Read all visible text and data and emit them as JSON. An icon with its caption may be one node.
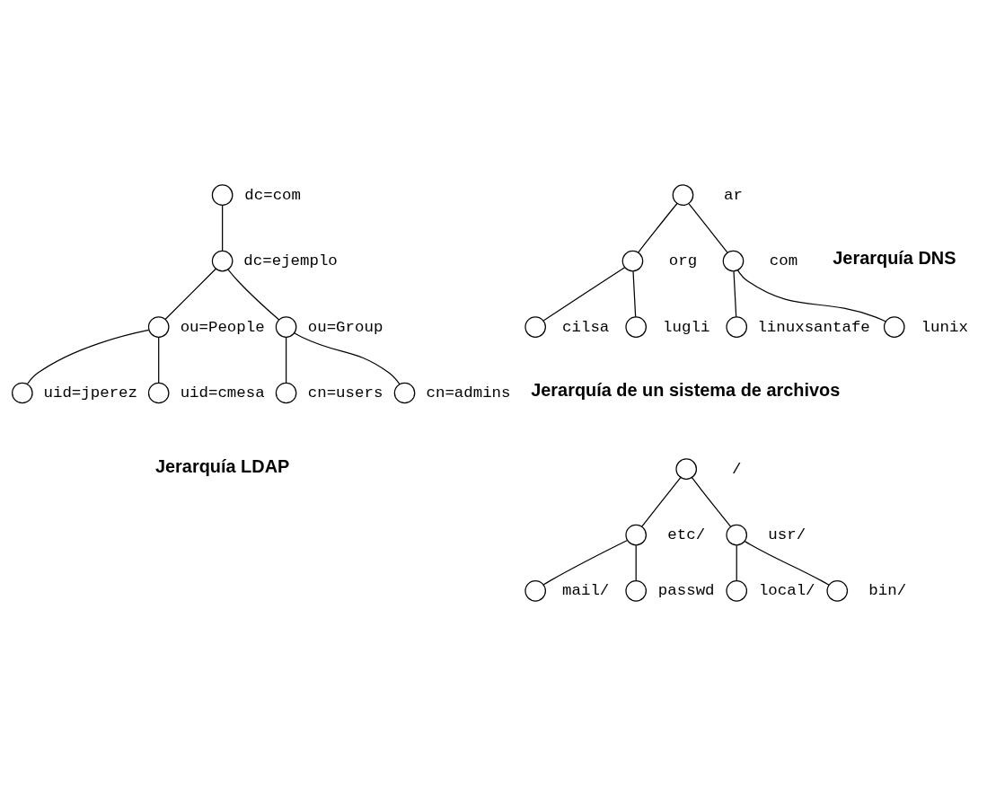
{
  "diagram": {
    "nodes": [
      {
        "text": [],
        "shape": "circle",
        "beside": [
          "dc=com"
        ]
      },
      {
        "text": [],
        "shape": "circle",
        "beside": [
          "dc=ejemplo"
        ]
      },
      {
        "text": [],
        "shape": "circle",
        "beside": [
          "ou=People"
        ]
      },
      {
        "text": [],
        "shape": "circle",
        "beside": [
          "ou=Group"
        ]
      },
      {
        "text": [],
        "shape": "circle",
        "beside": [
          "uid=jperez"
        ]
      },
      {
        "text": [],
        "shape": "circle",
        "beside": [
          "uid=cmesa"
        ]
      },
      {
        "text": [],
        "shape": "circle",
        "beside": [
          "cn=users"
        ]
      },
      {
        "text": [],
        "shape": "circle",
        "beside": [
          "cn=admins"
        ]
      },
      {
        "text": [],
        "shape": "circle",
        "beside": [
          "ar"
        ]
      },
      {
        "text": [],
        "shape": "circle",
        "beside": [
          "org"
        ]
      },
      {
        "text": [],
        "shape": "circle",
        "beside": [
          "com"
        ]
      },
      {
        "text": [],
        "shape": "circle",
        "beside": [
          "cilsa"
        ]
      },
      {
        "text": [],
        "shape": "circle",
        "beside": [
          "lugli"
        ]
      },
      {
        "text": [],
        "shape": "circle",
        "beside": [
          "linuxsantafe"
        ]
      },
      {
        "text": [],
        "shape": "circle",
        "beside": [
          "lunix"
        ]
      },
      {
        "text": [],
        "shape": "circle",
        "beside": [
          "/"
        ]
      },
      {
        "text": [],
        "shape": "circle",
        "beside": [
          "etc/"
        ]
      },
      {
        "text": [],
        "shape": "circle",
        "beside": [
          "usr/"
        ]
      },
      {
        "text": [],
        "shape": "circle",
        "beside": [
          "mail/"
        ]
      },
      {
        "text": [],
        "shape": "circle",
        "beside": [
          "passwd"
        ]
      },
      {
        "text": [],
        "shape": "circle",
        "beside": [
          "local/"
        ]
      },
      {
        "text": [],
        "shape": "circle",
        "beside": [
          "bin/"
        ]
      }
    ],
    "edges": [
      {
        "from": 0,
        "to": 1,
        "arrow": "none"
      },
      {
        "from": 1,
        "to": 2,
        "arrow": "none"
      },
      {
        "from": 1,
        "to": 3,
        "arrow": "none"
      },
      {
        "from": 2,
        "to": 4,
        "arrow": "none"
      },
      {
        "from": 2,
        "to": 5,
        "arrow": "none"
      },
      {
        "from": 3,
        "to": 6,
        "arrow": "none"
      },
      {
        "from": 3,
        "to": 7,
        "arrow": "none"
      },
      {
        "from": 8,
        "to": 9,
        "arrow": "none"
      },
      {
        "from": 8,
        "to": 10,
        "arrow": "none"
      },
      {
        "from": 9,
        "to": 11,
        "arrow": "none"
      },
      {
        "from": 9,
        "to": 12,
        "arrow": "none"
      },
      {
        "from": 10,
        "to": 13,
        "arrow": "none"
      },
      {
        "from": 10,
        "to": 14,
        "arrow": "none"
      },
      {
        "from": 15,
        "to": 16,
        "arrow": "none"
      },
      {
        "from": 15,
        "to": 17,
        "arrow": "none"
      },
      {
        "from": 16,
        "to": 18,
        "arrow": "none"
      },
      {
        "from": 16,
        "to": 19,
        "arrow": "none"
      },
      {
        "from": 17,
        "to": 20,
        "arrow": "none"
      },
      {
        "from": 17,
        "to": 21,
        "arrow": "none"
      }
    ],
    "labels": [
      "Jerarquía DNS",
      "Jerarquía LDAP",
      "Jerarquía de un sistema de archivos"
    ]
  }
}
